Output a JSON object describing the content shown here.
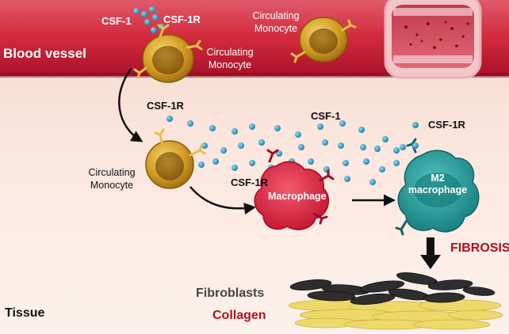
{
  "labels": {
    "blood_vessel": "Blood vessel",
    "tissue": "Tissue",
    "csf1_top": "CSF-1",
    "csf1r_top": "CSF-1R",
    "circ_mono_top_a": "Circulating",
    "circ_mono_top_b": "Monocyte",
    "circ_mono_right_a": "Circulating",
    "circ_mono_right_b": "Monocyte",
    "csf1r_mid": "CSF-1R",
    "csf1_mid": "CSF-1",
    "csf1r_right": "CSF-1R",
    "circ_mono_tissue_a": "Circulating",
    "circ_mono_tissue_b": "Monocyte",
    "csf1r_low": "CSF-1R",
    "macrophage": "Macrophage",
    "m2_a": "M2",
    "m2_b": "macrophage",
    "fibrosis": "FIBROSIS",
    "fibroblasts": "Fibroblasts",
    "collagen": "Collagen"
  },
  "colors": {
    "vessel_red": "#d22a3c",
    "vessel_dark": "#a8122a",
    "tissue_bg": "#fbe6dc",
    "monocyte_gold": "#c8901c",
    "macrophage_red": "#e0203c",
    "m2_teal": "#1f9a9a",
    "csf1_dot": "#2aa0c8",
    "fibrosis_red": "#b0121b",
    "fibroblast_gray": "#3a3a3a",
    "collagen_yellow": "#e8d870"
  }
}
